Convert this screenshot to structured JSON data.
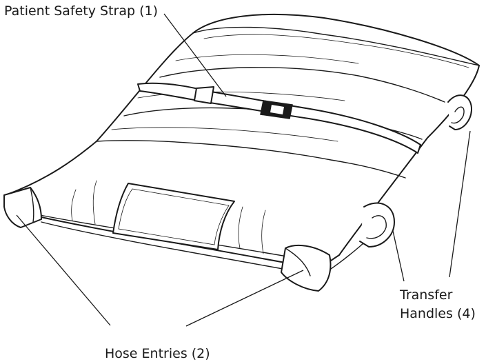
{
  "labels": {
    "strap": "Patient Safety Strap (1)",
    "handles_line1": "Transfer",
    "handles_line2": "Handles (4)",
    "hose": "Hose Entries (2)"
  },
  "colors": {
    "ink": "#1a1a1a",
    "background": "#ffffff"
  }
}
